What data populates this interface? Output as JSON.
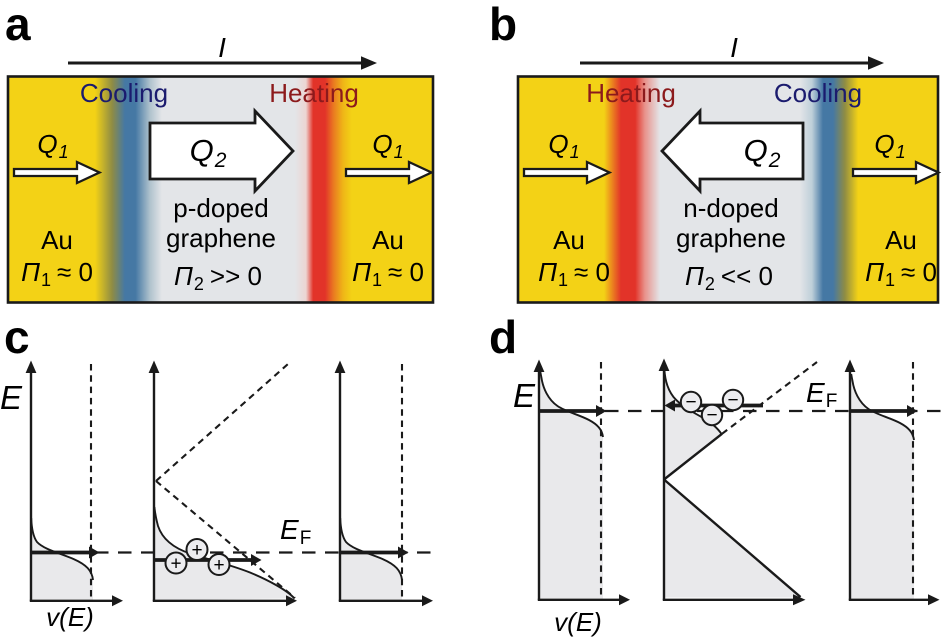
{
  "colors": {
    "gold": "#F3D216",
    "cool_blue": "#4578A4",
    "hot_red": "#E23329",
    "hot_orange": "#EA7D20",
    "olive": "#8F8C44",
    "channel_gray": "#E3E5E8",
    "cooling_text": "#1B1B6E",
    "heating_text": "#8C1A1C",
    "dos_fill": "#E9E9EB",
    "ink": "#1A1A1A"
  },
  "panel_a": {
    "label": "a",
    "current_symbol": "I",
    "cooling": "Cooling",
    "heating": "Heating",
    "q1_base": "Q",
    "q1_sub": "1",
    "q2_base": "Q",
    "q2_sub": "2",
    "au": "Au",
    "pi1_base": "Π",
    "pi1_sub": "1",
    "pi1_rest": "≈ 0",
    "channel_line1": "p-doped",
    "channel_line2": "graphene",
    "pi2_base": "Π",
    "pi2_sub": "2",
    "pi2_rest": ">> 0"
  },
  "panel_b": {
    "label": "b",
    "current_symbol": "I",
    "cooling": "Cooling",
    "heating": "Heating",
    "q1_base": "Q",
    "q1_sub": "1",
    "q2_base": "Q",
    "q2_sub": "2",
    "au": "Au",
    "pi1_base": "Π",
    "pi1_sub": "1",
    "pi1_rest": "≈ 0",
    "channel_line1": "n-doped",
    "channel_line2": "graphene",
    "pi2_base": "Π",
    "pi2_sub": "2",
    "pi2_rest": "<< 0"
  },
  "panel_c": {
    "label": "c",
    "energy_symbol": "E",
    "velocity_symbol": "v(E)",
    "fermi_base": "E",
    "fermi_sub": "F",
    "carrier_symbol": "+"
  },
  "panel_d": {
    "label": "d",
    "energy_symbol": "E",
    "velocity_symbol": "v(E)",
    "fermi_base": "E",
    "fermi_sub": "F",
    "carrier_symbol": "−"
  }
}
